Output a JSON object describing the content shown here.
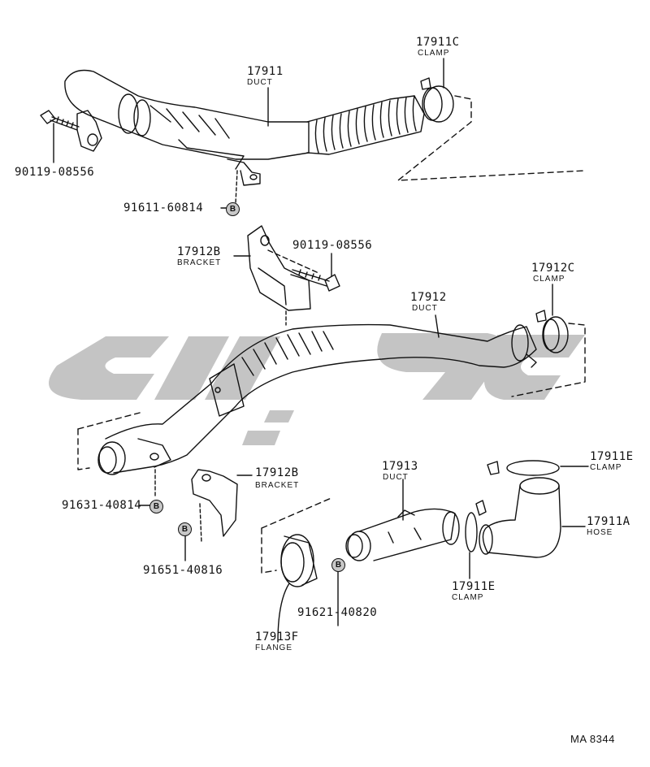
{
  "callouts": [
    {
      "part_no": "17911C",
      "name": "CLAMP"
    },
    {
      "part_no": "17911",
      "name": "DUCT"
    },
    {
      "part_no": "90119-08556",
      "name": ""
    },
    {
      "part_no": "91611-60814",
      "name": ""
    },
    {
      "part_no": "17912B",
      "name": "BRACKET"
    },
    {
      "part_no": "90119-08556",
      "name": ""
    },
    {
      "part_no": "17912C",
      "name": "CLAMP"
    },
    {
      "part_no": "17912",
      "name": "DUCT"
    },
    {
      "part_no": "17912B",
      "name": "BRACKET"
    },
    {
      "part_no": "91631-40814",
      "name": ""
    },
    {
      "part_no": "91651-40816",
      "name": ""
    },
    {
      "part_no": "17913",
      "name": "DUCT"
    },
    {
      "part_no": "17911E",
      "name": "CLAMP"
    },
    {
      "part_no": "17911A",
      "name": "HOSE"
    },
    {
      "part_no": "17911E",
      "name": "CLAMP"
    },
    {
      "part_no": "91621-40820",
      "name": ""
    },
    {
      "part_no": "17913F",
      "name": "FLANGE"
    }
  ],
  "bolt_marker": "B",
  "figure_ref": "MA 8344",
  "colors": {
    "line": "#111111",
    "watermark": "#c4c4c4",
    "marker_fill": "#c8c8c8"
  }
}
